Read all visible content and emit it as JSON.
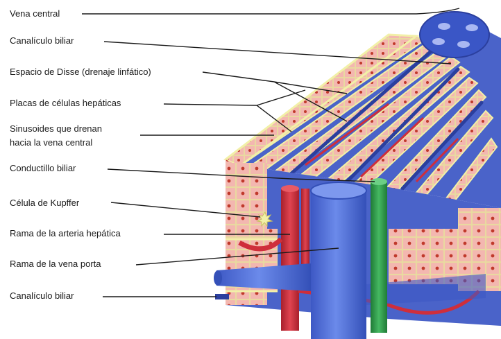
{
  "labels": {
    "vena_central": "Vena central",
    "canaliculo_biliar_top": "Canalículo biliar",
    "espacio_de_disse": "Espacio de Disse (drenaje linfático)",
    "placas_celulas": "Placas de células hepáticas",
    "sinusoides_line1": "Sinusoides que drenan",
    "sinusoides_line2": "hacia la vena central",
    "conductillo_biliar": "Conductillo biliar",
    "celula_kupffer": "Célula de Kupffer",
    "rama_arteria": "Rama de la arteria hepática",
    "rama_vena_porta": "Rama de la vena porta",
    "canaliculo_biliar_bottom": "Canalículo biliar"
  },
  "colors": {
    "sinusoid_blue": "#4a63c9",
    "dark_blue": "#2b3f9e",
    "hepatocyte_pink": "#f3b7b0",
    "hepatocyte_nucleus": "#c0392b",
    "disse_yellow": "#f2f0a8",
    "artery_red": "#cf2e3b",
    "bile_green": "#2e9b4a",
    "portal_vein": "#5b7be0"
  }
}
